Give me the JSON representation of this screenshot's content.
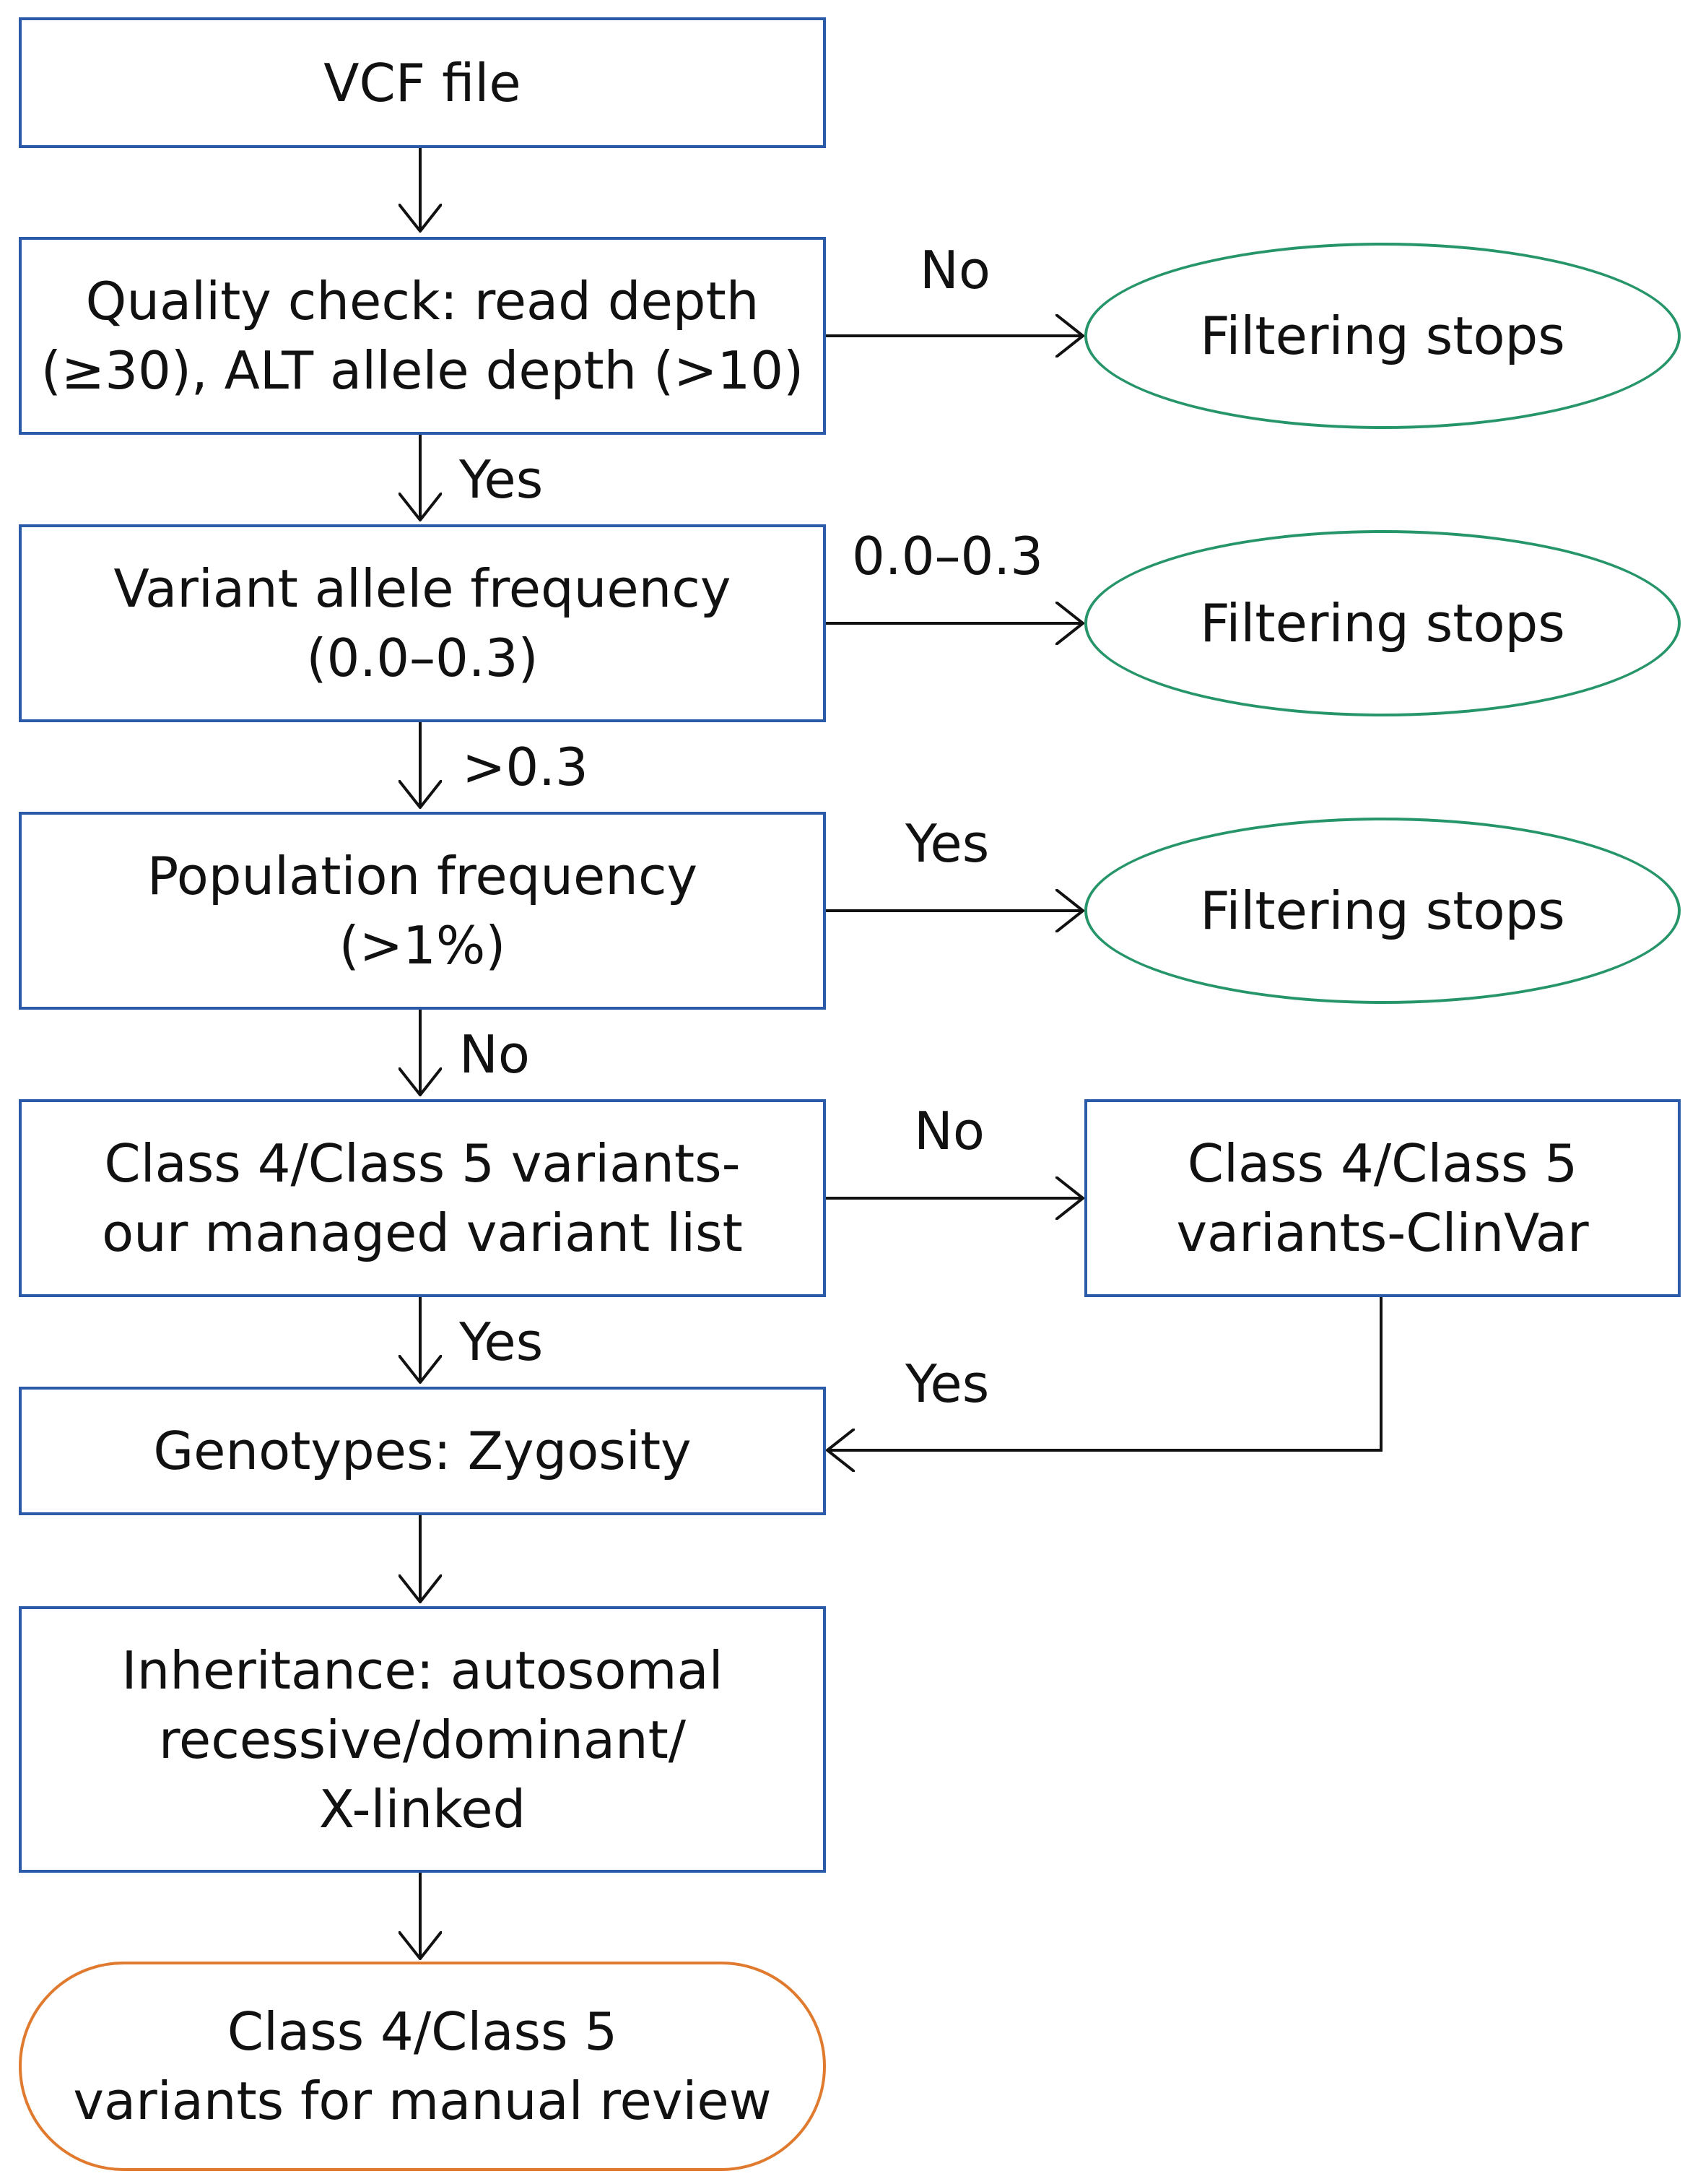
{
  "nodes": {
    "vcf": {
      "lines": [
        "VCF file"
      ]
    },
    "quality": {
      "lines": [
        "Quality check: read depth",
        "(≥30), ALT allele depth (>10)"
      ]
    },
    "vaf": {
      "lines": [
        "Variant allele frequency",
        "(0.0–0.3)"
      ]
    },
    "popfreq": {
      "lines": [
        "Population frequency",
        "(>1%)"
      ]
    },
    "managed": {
      "lines": [
        "Class 4/Class 5 variants-",
        "our managed variant list"
      ]
    },
    "clinvar": {
      "lines": [
        "Class 4/Class 5",
        "variants-ClinVar"
      ]
    },
    "genotypes": {
      "lines": [
        "Genotypes: Zygosity"
      ]
    },
    "inheritance": {
      "lines": [
        "Inheritance: autosomal",
        "recessive/dominant/",
        "X-linked"
      ]
    },
    "review": {
      "lines": [
        "Class 4/Class 5",
        "variants for manual review"
      ]
    },
    "stop1": {
      "lines": [
        "Filtering stops"
      ]
    },
    "stop2": {
      "lines": [
        "Filtering stops"
      ]
    },
    "stop3": {
      "lines": [
        "Filtering stops"
      ]
    }
  },
  "edge_labels": {
    "quality_no": "No",
    "quality_yes": "Yes",
    "vaf_low": "0.0–0.3",
    "vaf_high": ">0.3",
    "pop_yes": "Yes",
    "pop_no": "No",
    "managed_no": "No",
    "managed_yes": "Yes",
    "clinvar_yes": "Yes"
  },
  "colors": {
    "box_border": "#2a5aa8",
    "oval_border": "#27956a",
    "terminal_border": "#e07a2e",
    "line": "#111111"
  }
}
